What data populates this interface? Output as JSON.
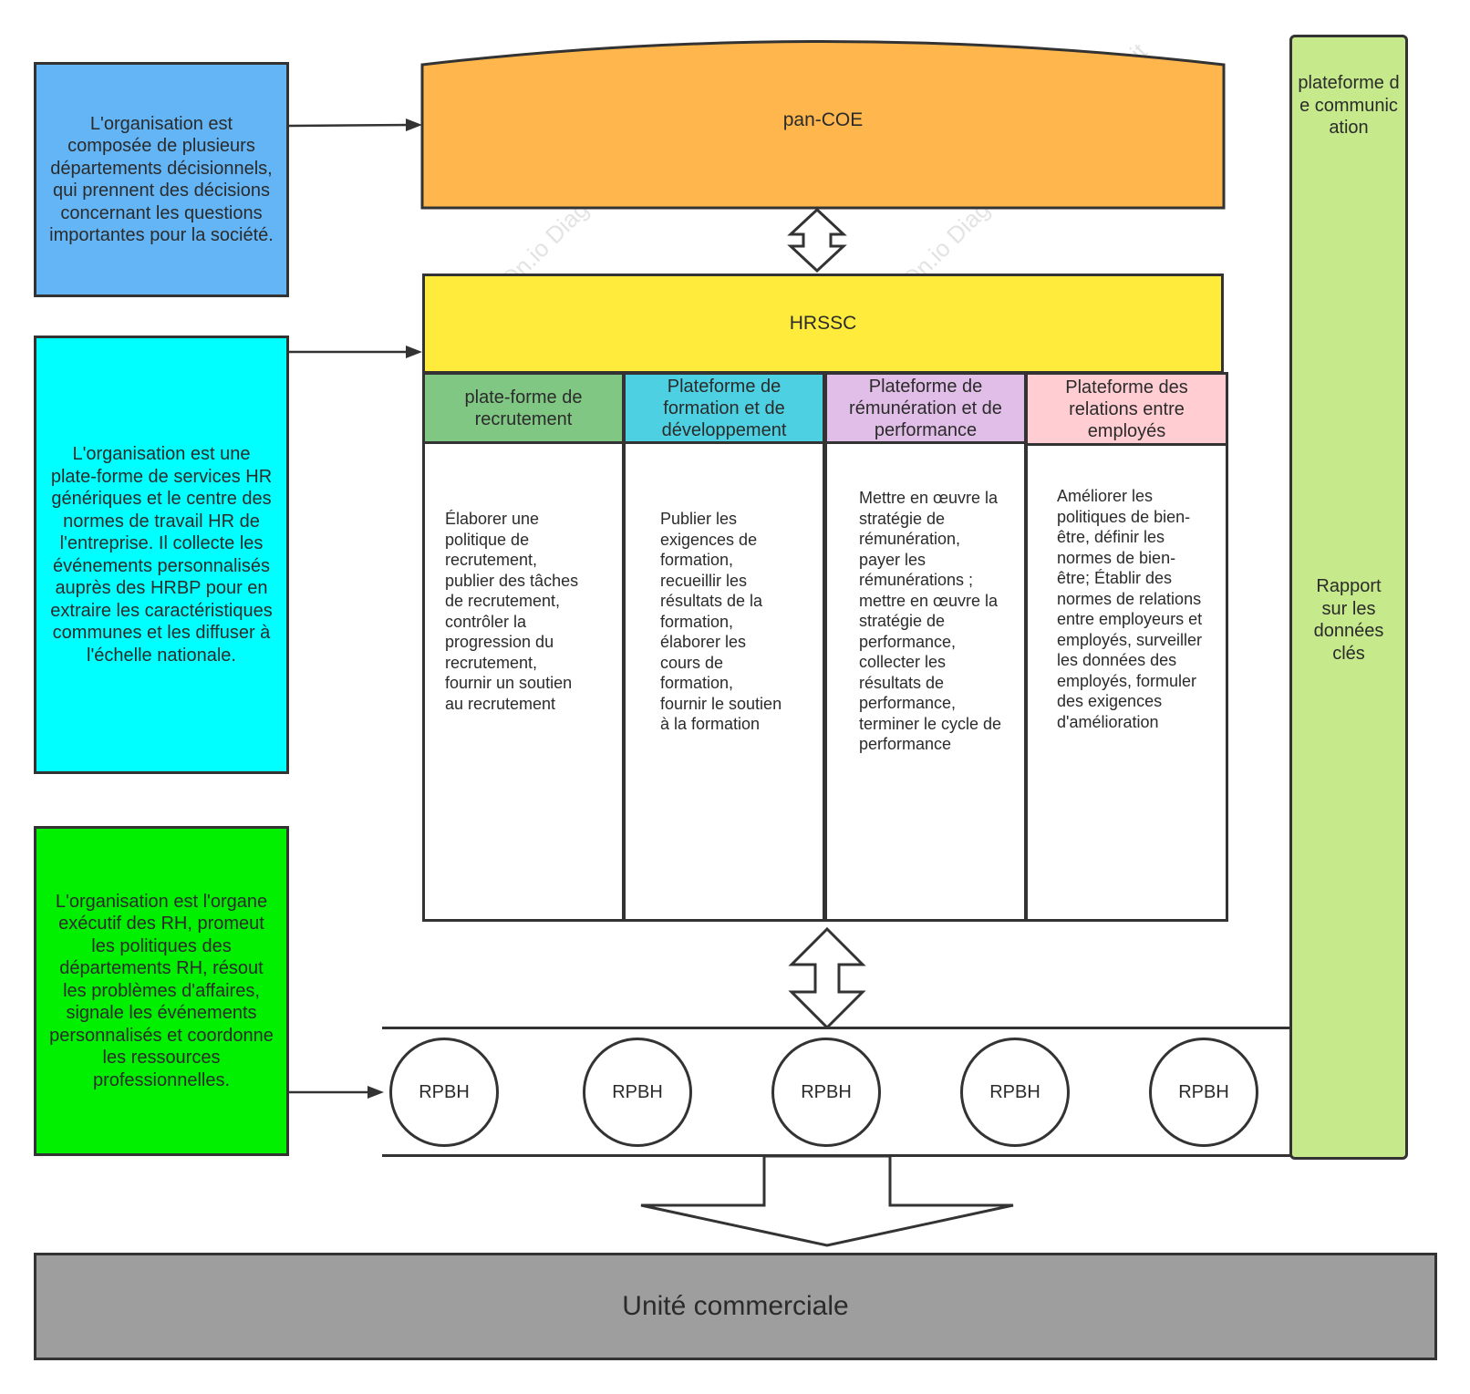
{
  "left_boxes": [
    {
      "text": "L'organisation est composée de plusieurs départements décisionnels, qui prennent des décisions concernant les questions importantes pour la société.",
      "color": "#64b5f6"
    },
    {
      "text": "L'organisation est une plate-forme de services HR génériques et le centre des normes de travail HR de l'entreprise. Il collecte les événements personnalisés auprès des HRBP pour en extraire les caractéristiques communes et les diffuser à l'échelle nationale.",
      "color": "#00ffff"
    },
    {
      "text": "L'organisation est l'organe exécutif des RH, promeut les politiques des départements RH, résout les problèmes d'affaires, signale les événements personnalisés et coordonne les ressources professionnelles.",
      "color": "#00f000"
    }
  ],
  "pan_coe": {
    "label": "pan-COE",
    "color": "#ffb74d"
  },
  "hrssc": {
    "label": "HRSSC",
    "color": "#ffeb3b"
  },
  "platforms": [
    {
      "title": "plate-forme de recrutement",
      "color": "#81c784",
      "body": "Élaborer une politique de recrutement, publier des tâches de recrutement, contrôler la progression du recrutement, fournir un soutien au recrutement"
    },
    {
      "title": "Plateforme de formation et de développement",
      "color": "#4dd0e1",
      "body": "Publier les exigences de formation, recueillir les résultats de la formation, élaborer les cours de formation, fournir le soutien à la formation"
    },
    {
      "title": "Plateforme de rémunération et de performance",
      "color": "#e1bee7",
      "body": "Mettre en œuvre la stratégie de rémunération, payer les rémunérations ; mettre en œuvre la stratégie de performance, collecter les résultats de performance, terminer le cycle de performance"
    },
    {
      "title": "Plateforme des relations entre employés",
      "color": "#ffcdd2",
      "body": "Améliorer les politiques de bien-être, définir les normes de bien-être; Établir des normes de relations entre employeurs et employés, surveiller les données des employés, formuler des exigences d'amélioration"
    }
  ],
  "rpbh": [
    "RPBH",
    "RPBH",
    "RPBH",
    "RPBH",
    "RPBH"
  ],
  "comm_platform": {
    "title": "plateforme de communication",
    "subtitle": "Rapport sur les données clés",
    "color": "#c5e98b"
  },
  "business_unit": {
    "label": "Unité commerciale",
    "color": "#9e9e9e"
  },
  "watermark": {
    "text": "ProcessOn.io Diagramme de flux gratuit"
  }
}
